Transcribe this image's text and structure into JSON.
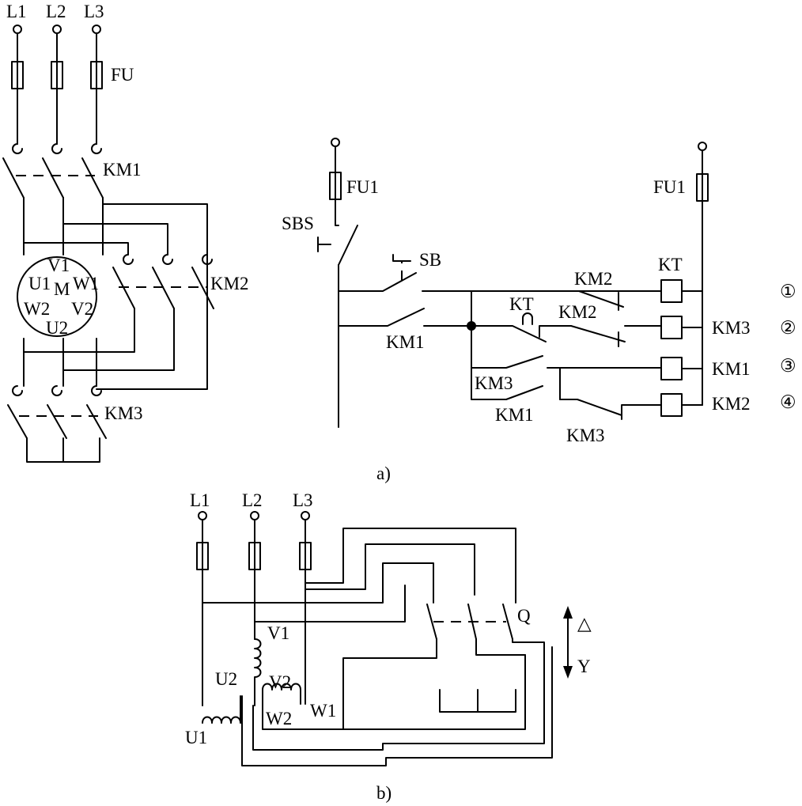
{
  "diagram_a": {
    "power": {
      "phases": [
        "L1",
        "L2",
        "L3"
      ],
      "fuse": "FU",
      "km1": "KM1",
      "km2": "KM2",
      "km3": "KM3",
      "motor": {
        "v1": "V1",
        "u1": "U1",
        "m": "M",
        "w1": "W1",
        "w2": "W2",
        "v2": "V2",
        "u2": "U2"
      }
    },
    "control": {
      "fu1_left": "FU1",
      "fu1_right": "FU1",
      "sbs": "SBS",
      "sb": "SB",
      "kt_coil": "KT",
      "kt_contact": "KT",
      "km1_hold": "KM1",
      "km2_nc_1": "KM2",
      "km2_nc_2": "KM2",
      "km3_contact": "KM3",
      "km1_nc": "KM1",
      "km3_nc": "KM3",
      "coils": [
        "KM3",
        "KM1",
        "KM2"
      ],
      "rungs": [
        "①",
        "②",
        "③",
        "④"
      ]
    },
    "caption": "a)"
  },
  "diagram_b": {
    "phases": [
      "L1",
      "L2",
      "L3"
    ],
    "switch": "Q",
    "delta": "△",
    "star": "Y",
    "windings": {
      "v1": "V1",
      "u2": "U2",
      "v2": "V2",
      "w2": "W2",
      "w1": "W1",
      "u1": "U1"
    },
    "caption": "b)"
  }
}
